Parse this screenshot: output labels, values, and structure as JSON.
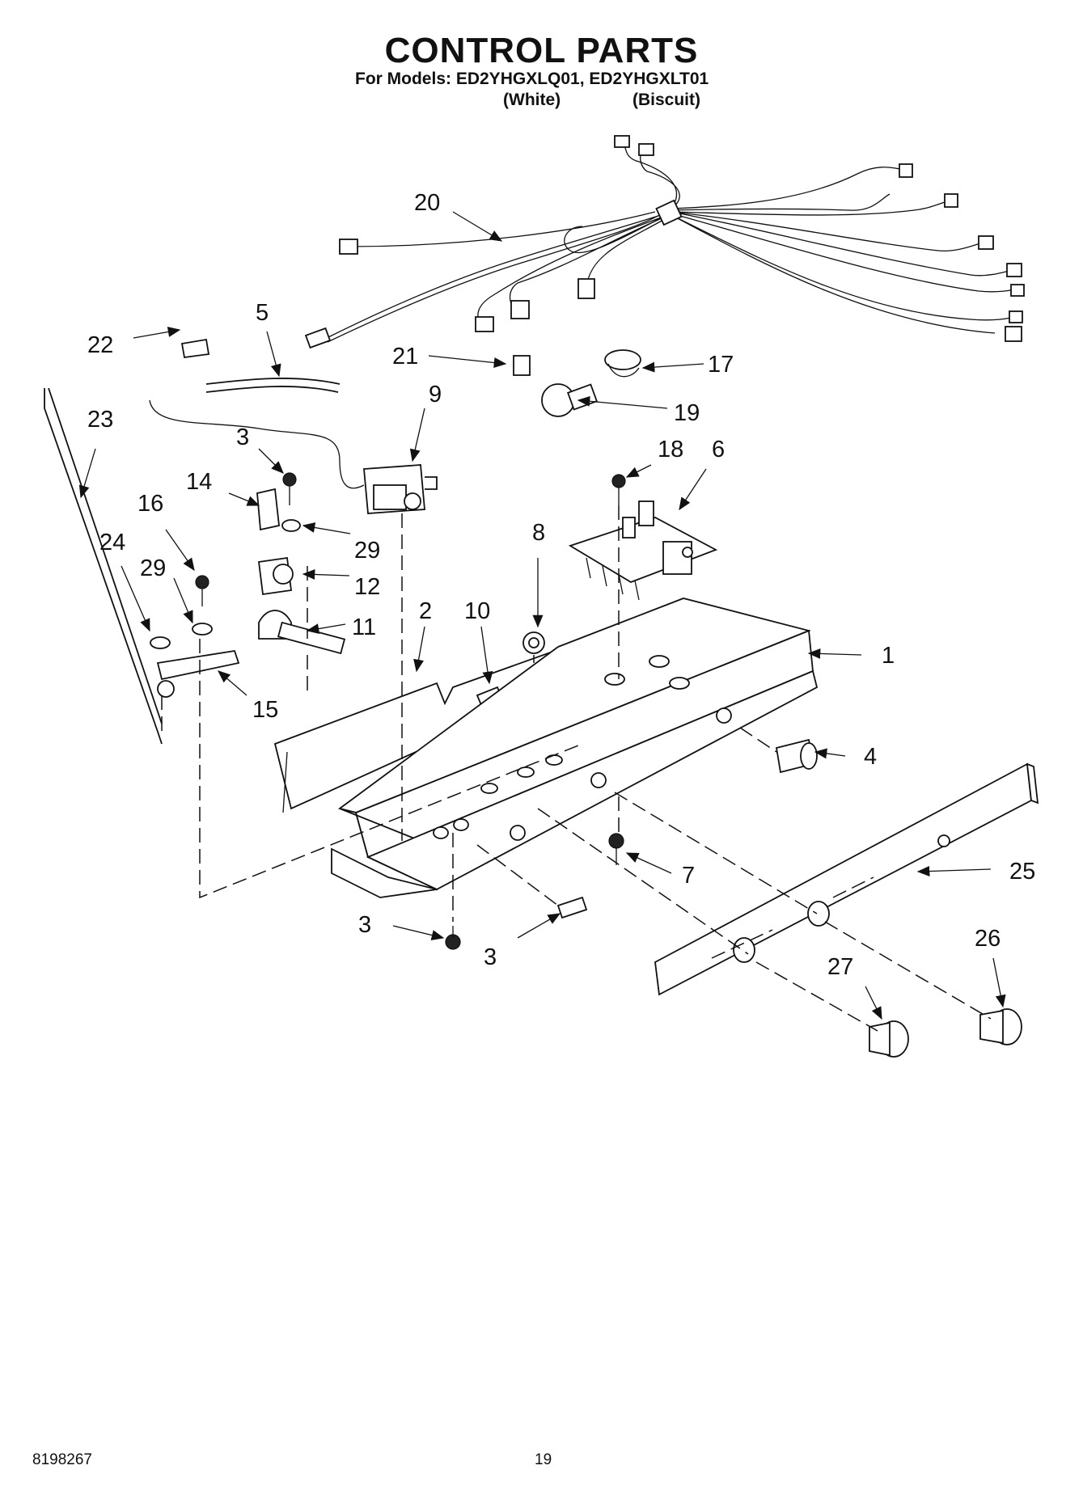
{
  "title": "CONTROL PARTS",
  "models_line": "For Models: ED2YHGXLQ01, ED2YHGXLT01",
  "colors": [
    "(White)",
    "(Biscuit)"
  ],
  "footer": {
    "doc_number": "8198267",
    "page_number": "19"
  },
  "callouts": [
    "20",
    "22",
    "5",
    "21",
    "17",
    "19",
    "9",
    "3",
    "23",
    "14",
    "18",
    "6",
    "29",
    "16",
    "12",
    "8",
    "24",
    "29",
    "11",
    "2",
    "10",
    "1",
    "15",
    "4",
    "7",
    "25",
    "3",
    "3",
    "26",
    "27"
  ]
}
